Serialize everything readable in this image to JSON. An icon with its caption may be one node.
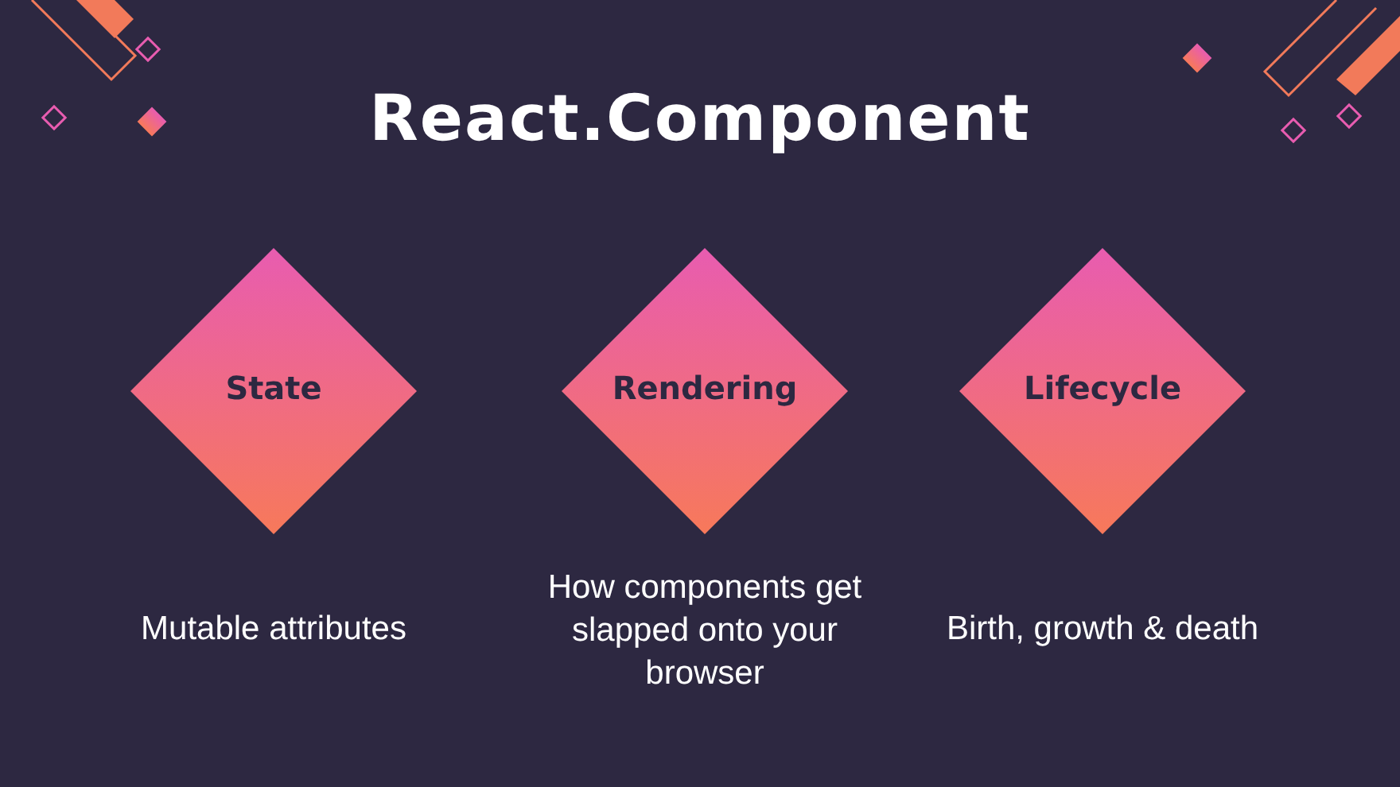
{
  "diagram": {
    "title": "React.Component",
    "nodes": [
      {
        "text": [
          "State"
        ],
        "beside": [
          "Mutable attributes"
        ]
      },
      {
        "text": [
          "Rendering"
        ],
        "beside": [
          "How components get slapped onto your browser"
        ]
      },
      {
        "text": [
          "Lifecycle"
        ],
        "beside": [
          "Birth, growth & death"
        ]
      }
    ]
  }
}
